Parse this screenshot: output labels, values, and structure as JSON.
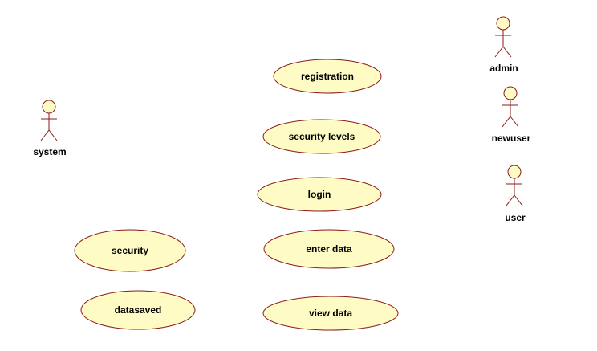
{
  "diagram": {
    "actors": [
      {
        "id": "admin",
        "label": "admin"
      },
      {
        "id": "newuser",
        "label": "newuser"
      },
      {
        "id": "user",
        "label": "user"
      },
      {
        "id": "system",
        "label": "system"
      }
    ],
    "use_cases": [
      {
        "id": "registration",
        "label": "registration"
      },
      {
        "id": "security-levels",
        "label": "security levels"
      },
      {
        "id": "login",
        "label": "login"
      },
      {
        "id": "enter-data",
        "label": "enter data"
      },
      {
        "id": "view-data",
        "label": "view data"
      },
      {
        "id": "security",
        "label": "security"
      },
      {
        "id": "datasaved",
        "label": "datasaved"
      }
    ]
  },
  "colors": {
    "fill": "#fefcc4",
    "stroke": "#8b1a1a"
  }
}
